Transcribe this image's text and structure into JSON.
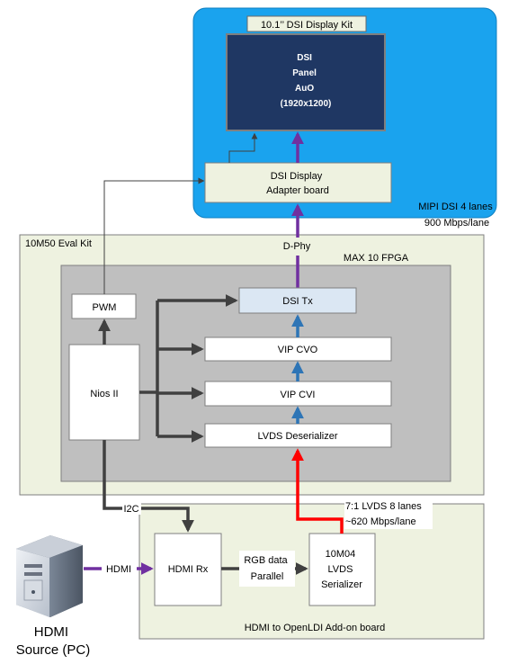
{
  "display_kit": {
    "title": "10.1’’ DSI Display Kit",
    "panel_lines": [
      "DSI",
      "Panel",
      "AuO",
      "(1920x1200)"
    ],
    "adapter_lines": [
      "DSI Display",
      "Adapter board"
    ]
  },
  "mipi_lines": [
    "MIPI DSI 4 lanes",
    "900 Mbps/lane"
  ],
  "dphy_label": "D-Phy",
  "eval_kit": {
    "title": "10M50 Eval Kit"
  },
  "fpga": {
    "title": "MAX 10 FPGA",
    "blocks": {
      "dsi_tx": "DSI Tx",
      "vip_cvo": "VIP CVO",
      "vip_cvi": "VIP CVI",
      "lvds_deserializer": "LVDS Deserializer"
    }
  },
  "pwm_label": "PWM",
  "nios_label": "Nios II",
  "i2c_label": "I2C",
  "lvds_lines": [
    "7:1 LVDS 8 lanes",
    "~620 Mbps/lane"
  ],
  "addon_board": {
    "title": "HDMI to OpenLDI Add-on board",
    "hdmi_rx": "HDMI Rx",
    "rgb_lines": [
      "RGB data",
      "Parallel"
    ],
    "serializer_lines": [
      "10M04",
      "LVDS",
      "Serializer"
    ]
  },
  "hdmi_link_label": "HDMI",
  "source_lines": [
    "HDMI",
    "Source (PC)"
  ],
  "colors": {
    "display_kit_blue": "#1aa3ee",
    "panel_navy": "#1f3763",
    "board_green": "#eef2e0",
    "fpga_gray": "#bfbfbf",
    "dsi_tx_fill": "#dbe7f3",
    "arrow_purple": "#7030a0",
    "arrow_blue": "#2e75b6",
    "arrow_red": "#ff0000",
    "arrow_dark": "#404040"
  },
  "icons": {
    "pc": "pc-tower-icon"
  }
}
